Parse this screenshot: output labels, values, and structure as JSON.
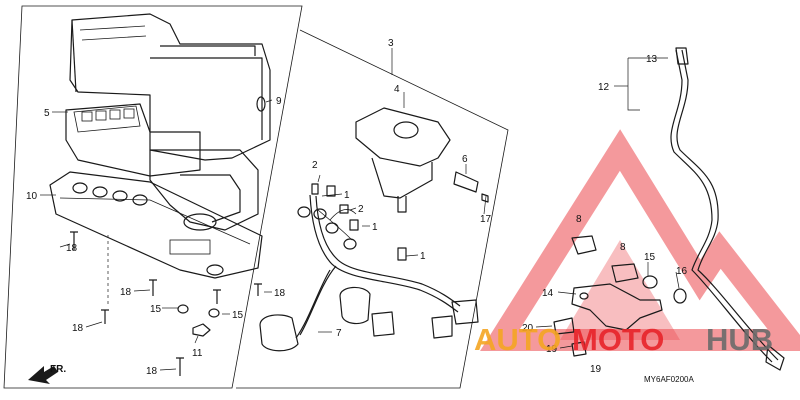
{
  "callouts": {
    "c1a": "1",
    "c1b": "1",
    "c1c": "1",
    "c2a": "2",
    "c2b": "2",
    "c3": "3",
    "c4": "4",
    "c5": "5",
    "c6": "6",
    "c7": "7",
    "c8a": "8",
    "c8b": "8",
    "c9": "9",
    "c10": "10",
    "c11": "11",
    "c12": "12",
    "c13": "13",
    "c14": "14",
    "c15a": "15",
    "c15b": "15",
    "c15c": "15",
    "c16": "16",
    "c17": "17",
    "c18a": "18",
    "c18b": "18",
    "c18c": "18",
    "c18d": "18",
    "c18e": "18",
    "c19a": "19",
    "c19b": "19",
    "c20": "20"
  },
  "direction_label": "FR.",
  "diagram_code": "MY6AF0200A",
  "watermark": {
    "auto": "AUTO",
    "moto": "MOTO",
    "hub": "HUB",
    "color_orange": "#f5a623",
    "color_red": "#e8242a",
    "color_gray": "#6b6b6b"
  }
}
